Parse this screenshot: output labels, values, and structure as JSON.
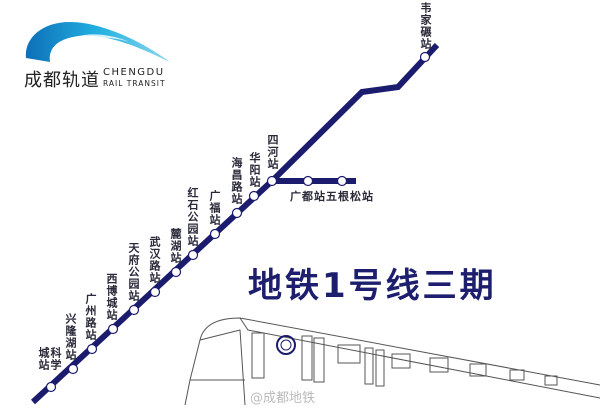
{
  "logo": {
    "name_cn": "成都轨道",
    "name_en_line1": "CHENGDU",
    "name_en_line2": "RAIL TRANSIT"
  },
  "title": "地铁1号线三期",
  "stations": [
    {
      "name": "科学城站"
    },
    {
      "name": "兴隆湖站"
    },
    {
      "name": "广州路站"
    },
    {
      "name": "西博城站"
    },
    {
      "name": "天府公园站"
    },
    {
      "name": "武汉路站"
    },
    {
      "name": "麓湖站"
    },
    {
      "name": "红石公园站"
    },
    {
      "name": "广福站"
    },
    {
      "name": "海昌路站"
    },
    {
      "name": "华阳站"
    },
    {
      "name": "四河站"
    },
    {
      "name": "广都站"
    },
    {
      "name": "五根松站"
    },
    {
      "name": "韦家碾站"
    }
  ],
  "watermark": "@成都地铁",
  "colors": {
    "line": "#1c1c6e",
    "title": "#1e1e6e",
    "logo_blue": "#1fa6d8"
  }
}
